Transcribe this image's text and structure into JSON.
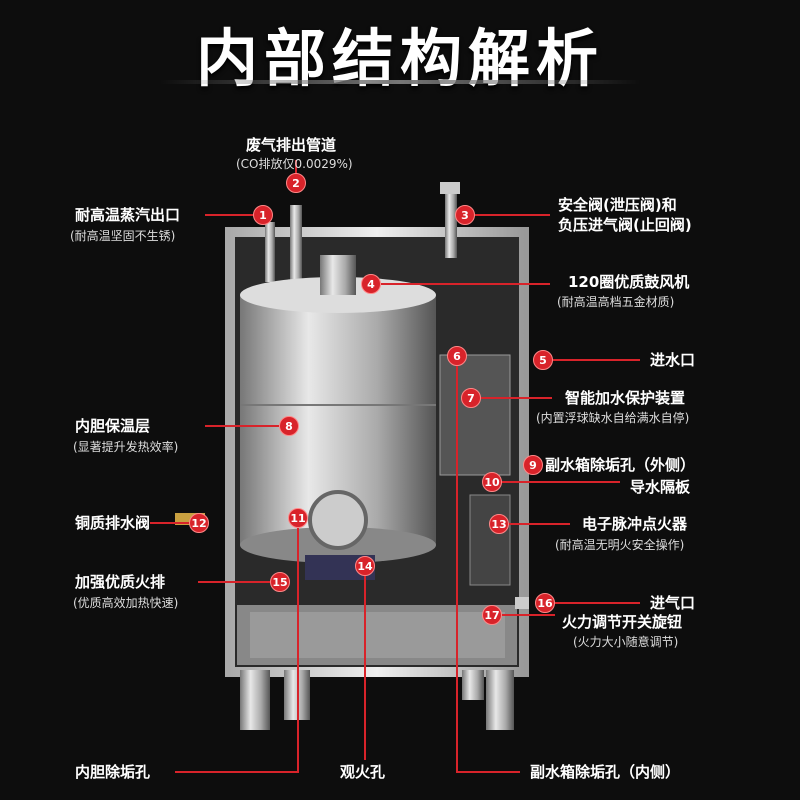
{
  "title": "内部结构解析",
  "accent": "#d8232a",
  "callouts": [
    {
      "n": "1",
      "label": "耐高温蒸汽出口",
      "sub": "(耐高温坚固不生锈)"
    },
    {
      "n": "2",
      "label": "废气排出管道",
      "sub": "(CO排放仅0.0029%)"
    },
    {
      "n": "3",
      "label": "安全阀(泄压阀)和",
      "label2": "负压进气阀(止回阀)"
    },
    {
      "n": "4",
      "label": "120圈优质鼓风机",
      "sub": "(耐高温高档五金材质)"
    },
    {
      "n": "5",
      "label": "进水口"
    },
    {
      "n": "6",
      "label": "副水箱除垢孔（内侧）"
    },
    {
      "n": "7",
      "label": "智能加水保护装置",
      "sub": "(内置浮球缺水自给满水自停)"
    },
    {
      "n": "8",
      "label": "内胆保温层",
      "sub": "(显著提升发热效率)"
    },
    {
      "n": "9",
      "label": "副水箱除垢孔（外侧）"
    },
    {
      "n": "10",
      "label": "导水隔板"
    },
    {
      "n": "11",
      "label": "内胆除垢孔"
    },
    {
      "n": "12",
      "label": "铜质排水阀"
    },
    {
      "n": "13",
      "label": "电子脉冲点火器",
      "sub": "(耐高温无明火安全操作)"
    },
    {
      "n": "14",
      "label": "观火孔"
    },
    {
      "n": "15",
      "label": "加强优质火排",
      "sub": "(优质高效加热快速)"
    },
    {
      "n": "16",
      "label": "进气口"
    },
    {
      "n": "17",
      "label": "火力调节开关旋钮",
      "sub": "(火力大小随意调节)"
    }
  ]
}
